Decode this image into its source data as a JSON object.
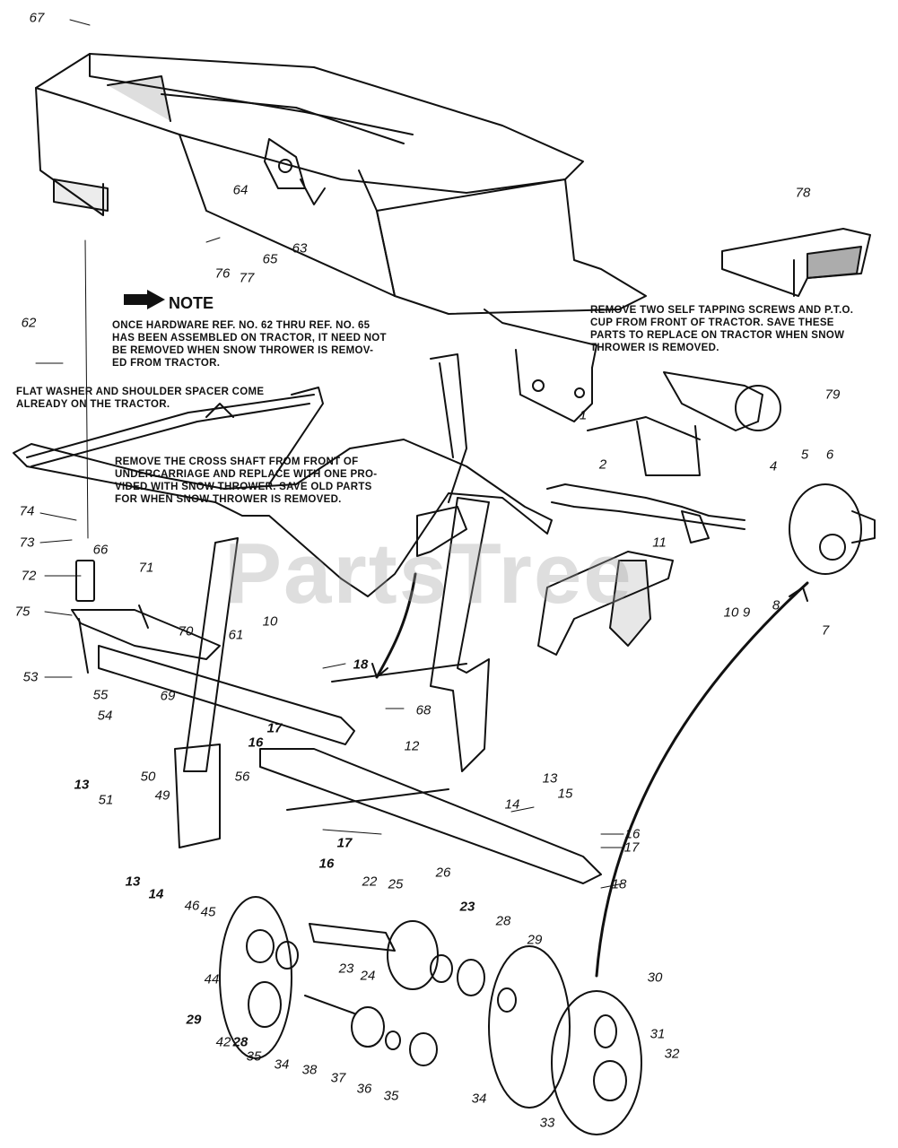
{
  "watermark": "PartsTree",
  "note": {
    "title": "NOTE",
    "text": "ONCE HARDWARE REF. NO. 62 THRU REF. NO. 65\nHAS BEEN ASSEMBLED ON TRACTOR, IT NEED NOT\nBE REMOVED WHEN SNOW THROWER IS REMOV-\nED FROM TRACTOR."
  },
  "annotations": {
    "washer": "FLAT WASHER AND SHOULDER SPACER COME\nALREADY ON THE TRACTOR.",
    "cross_shaft": "REMOVE THE CROSS SHAFT FROM FRONT OF\nUNDERCARRIAGE AND REPLACE WITH ONE PRO-\nVIDED WITH SNOW THROWER. SAVE OLD PARTS\nFOR WHEN SNOW THROWER IS REMOVED.",
    "screws": "REMOVE TWO SELF TAPPING SCREWS AND P.T.O.\nCUP FROM FRONT OF TRACTOR. SAVE THESE\nPARTS TO REPLACE ON TRACTOR WHEN SNOW\nTHROWER IS REMOVED."
  },
  "labels": [
    {
      "id": "67",
      "bold": false
    },
    {
      "id": "78",
      "bold": false
    },
    {
      "id": "64",
      "bold": false
    },
    {
      "id": "63",
      "bold": false
    },
    {
      "id": "76",
      "bold": false
    },
    {
      "id": "77",
      "bold": false
    },
    {
      "id": "65",
      "bold": false
    },
    {
      "id": "62",
      "bold": false
    },
    {
      "id": "79",
      "bold": false
    },
    {
      "id": "1",
      "bold": false
    },
    {
      "id": "2",
      "bold": false
    },
    {
      "id": "4",
      "bold": false
    },
    {
      "id": "5",
      "bold": false
    },
    {
      "id": "6",
      "bold": false
    },
    {
      "id": "74",
      "bold": false
    },
    {
      "id": "73",
      "bold": false
    },
    {
      "id": "66",
      "bold": false
    },
    {
      "id": "72",
      "bold": false
    },
    {
      "id": "71",
      "bold": false
    },
    {
      "id": "75",
      "bold": false
    },
    {
      "id": "11",
      "bold": false
    },
    {
      "id": "10",
      "bold": false
    },
    {
      "id": "10",
      "bold": false
    },
    {
      "id": "9",
      "bold": false
    },
    {
      "id": "8",
      "bold": false
    },
    {
      "id": "7",
      "bold": false
    },
    {
      "id": "70",
      "bold": false
    },
    {
      "id": "61",
      "bold": false
    },
    {
      "id": "18",
      "bold": true
    },
    {
      "id": "53",
      "bold": false
    },
    {
      "id": "55",
      "bold": false
    },
    {
      "id": "69",
      "bold": false
    },
    {
      "id": "54",
      "bold": false
    },
    {
      "id": "68",
      "bold": false
    },
    {
      "id": "17",
      "bold": true
    },
    {
      "id": "16",
      "bold": true
    },
    {
      "id": "12",
      "bold": false
    },
    {
      "id": "13",
      "bold": true
    },
    {
      "id": "51",
      "bold": false
    },
    {
      "id": "50",
      "bold": false
    },
    {
      "id": "56",
      "bold": false
    },
    {
      "id": "49",
      "bold": false
    },
    {
      "id": "14",
      "bold": false
    },
    {
      "id": "13",
      "bold": false
    },
    {
      "id": "15",
      "bold": false
    },
    {
      "id": "17",
      "bold": true
    },
    {
      "id": "16",
      "bold": true
    },
    {
      "id": "16",
      "bold": false
    },
    {
      "id": "17",
      "bold": false
    },
    {
      "id": "18",
      "bold": false
    },
    {
      "id": "13",
      "bold": true
    },
    {
      "id": "14",
      "bold": true
    },
    {
      "id": "22",
      "bold": false
    },
    {
      "id": "25",
      "bold": false
    },
    {
      "id": "26",
      "bold": false
    },
    {
      "id": "23",
      "bold": true
    },
    {
      "id": "28",
      "bold": false
    },
    {
      "id": "29",
      "bold": false
    },
    {
      "id": "46",
      "bold": false
    },
    {
      "id": "45",
      "bold": false
    },
    {
      "id": "23",
      "bold": false
    },
    {
      "id": "24",
      "bold": false
    },
    {
      "id": "44",
      "bold": false
    },
    {
      "id": "29",
      "bold": true
    },
    {
      "id": "42",
      "bold": false
    },
    {
      "id": "28",
      "bold": true
    },
    {
      "id": "35",
      "bold": false
    },
    {
      "id": "34",
      "bold": false
    },
    {
      "id": "38",
      "bold": false
    },
    {
      "id": "37",
      "bold": false
    },
    {
      "id": "36",
      "bold": false
    },
    {
      "id": "35",
      "bold": false
    },
    {
      "id": "34",
      "bold": false
    },
    {
      "id": "30",
      "bold": false
    },
    {
      "id": "31",
      "bold": false
    },
    {
      "id": "32",
      "bold": false
    },
    {
      "id": "33",
      "bold": false
    }
  ]
}
